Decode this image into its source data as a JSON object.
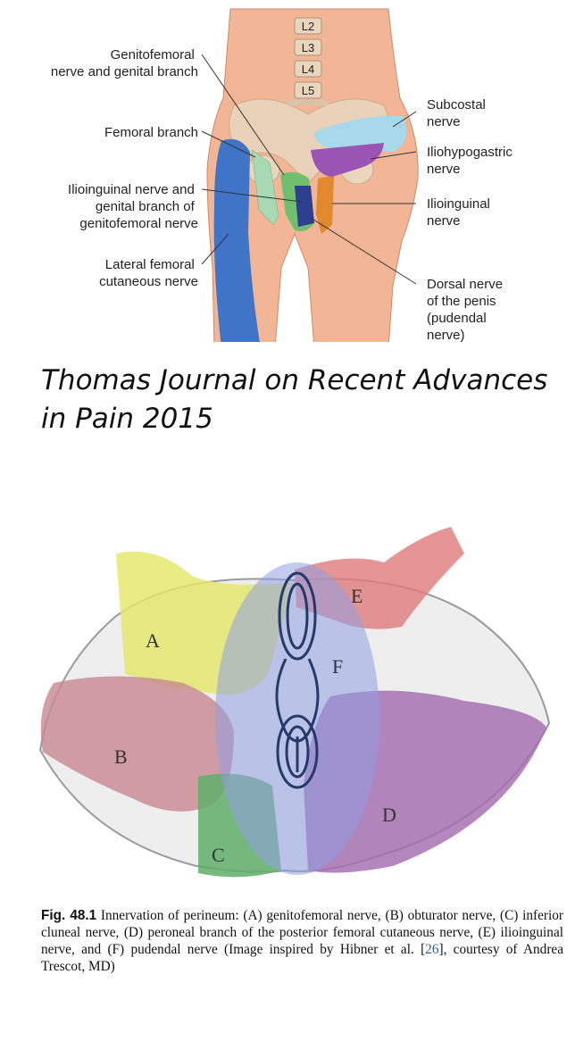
{
  "top_figure": {
    "vertebrae": [
      "L2",
      "L3",
      "L4",
      "L5"
    ],
    "left_labels": {
      "genitofemoral": [
        "Genitofemoral",
        "nerve and genital branch"
      ],
      "femoral": [
        "Femoral branch"
      ],
      "ilioinguinal_genital": [
        "Ilioinguinal nerve and",
        "genital branch of",
        "genitofemoral nerve"
      ],
      "lateral_femoral": [
        "Lateral femoral",
        "cutaneous nerve"
      ]
    },
    "right_labels": {
      "subcostal": [
        "Subcostal",
        "nerve"
      ],
      "iliohypogastric": [
        "Iliohypogastric",
        "nerve"
      ],
      "ilioinguinal": [
        "Ilioinguinal",
        "nerve"
      ],
      "dorsal": [
        "Dorsal nerve",
        "of the penis",
        "(pudendal",
        "nerve)"
      ]
    }
  },
  "citation": "Thomas Journal on Recent Advances in Pain 2015",
  "bottom_figure": {
    "region_letters": {
      "A": "A",
      "B": "B",
      "C": "C",
      "D": "D",
      "E": "E",
      "F": "F"
    }
  },
  "caption": {
    "fig_label": "Fig. 48.1",
    "text_before_ref": "  Innervation of perineum: (A) genitofemoral nerve, (B) obturator nerve, (C) inferior cluneal nerve, (D) peroneal branch of the posterior femoral cutaneous nerve, (E) ilioinguinal nerve, and (F) pudendal nerve (Image inspired by Hibner et al. [",
    "ref": "26",
    "text_after_ref": "], courtesy of Andrea Trescot, MD)"
  },
  "colors": {
    "skin": "#f2b595",
    "bone": "#e9d6bd",
    "lateral_femoral": "#3f74c6",
    "femoral_branch": "#a7d9b4",
    "genitofemoral": "#6fbf6f",
    "dorsal_nerve": "#2e3f8f",
    "ilioinguinal": "#e0892f",
    "subcostal": "#a8d8ec",
    "iliohypogastric": "#9a54b3",
    "region_A": "#e4e86a",
    "region_B": "#c98a92",
    "region_C": "#5fae6a",
    "region_D": "#a46db0",
    "region_E": "#de7a7a",
    "region_F": "#8f9fe2"
  }
}
